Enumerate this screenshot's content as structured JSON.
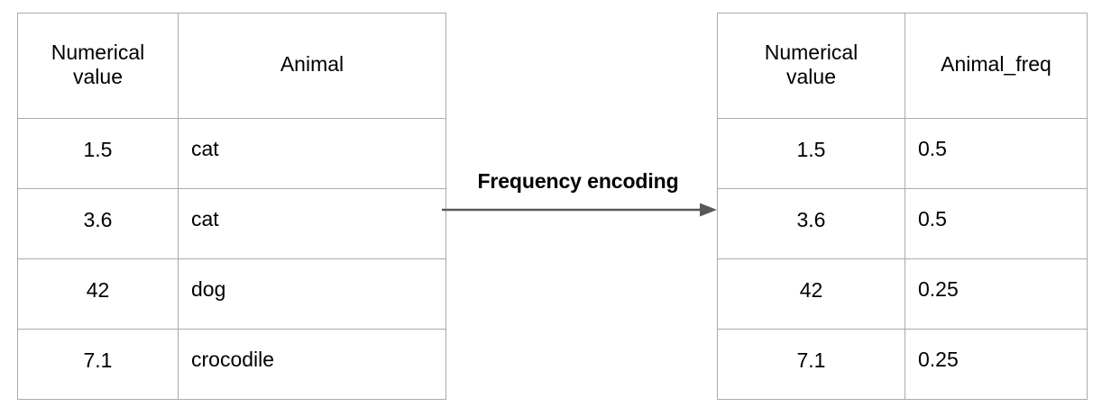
{
  "diagram": {
    "title_label": "Frequency encoding",
    "arrow_icon": "right-arrow-icon",
    "line_color": "#aaaaaa",
    "arrow_color": "#595959",
    "text_color": "#000000",
    "background": "#ffffff"
  },
  "left_table": {
    "name": "input-table",
    "headers": [
      "Numerical value",
      "Animal"
    ],
    "header_lines": [
      [
        "Numerical",
        "value"
      ],
      [
        "Animal"
      ]
    ],
    "rows": [
      {
        "numerical_value": "1.5",
        "animal": "cat"
      },
      {
        "numerical_value": "3.6",
        "animal": "cat"
      },
      {
        "numerical_value": "42",
        "animal": "dog"
      },
      {
        "numerical_value": "7.1",
        "animal": "crocodile"
      }
    ]
  },
  "right_table": {
    "name": "output-table",
    "headers": [
      "Numerical value",
      "Animal_freq"
    ],
    "header_lines": [
      [
        "Numerical",
        "value"
      ],
      [
        "Animal_freq"
      ]
    ],
    "rows": [
      {
        "numerical_value": "1.5",
        "animal_freq": "0.5"
      },
      {
        "numerical_value": "3.6",
        "animal_freq": "0.5"
      },
      {
        "numerical_value": "42",
        "animal_freq": "0.25"
      },
      {
        "numerical_value": "7.1",
        "animal_freq": "0.25"
      }
    ]
  }
}
